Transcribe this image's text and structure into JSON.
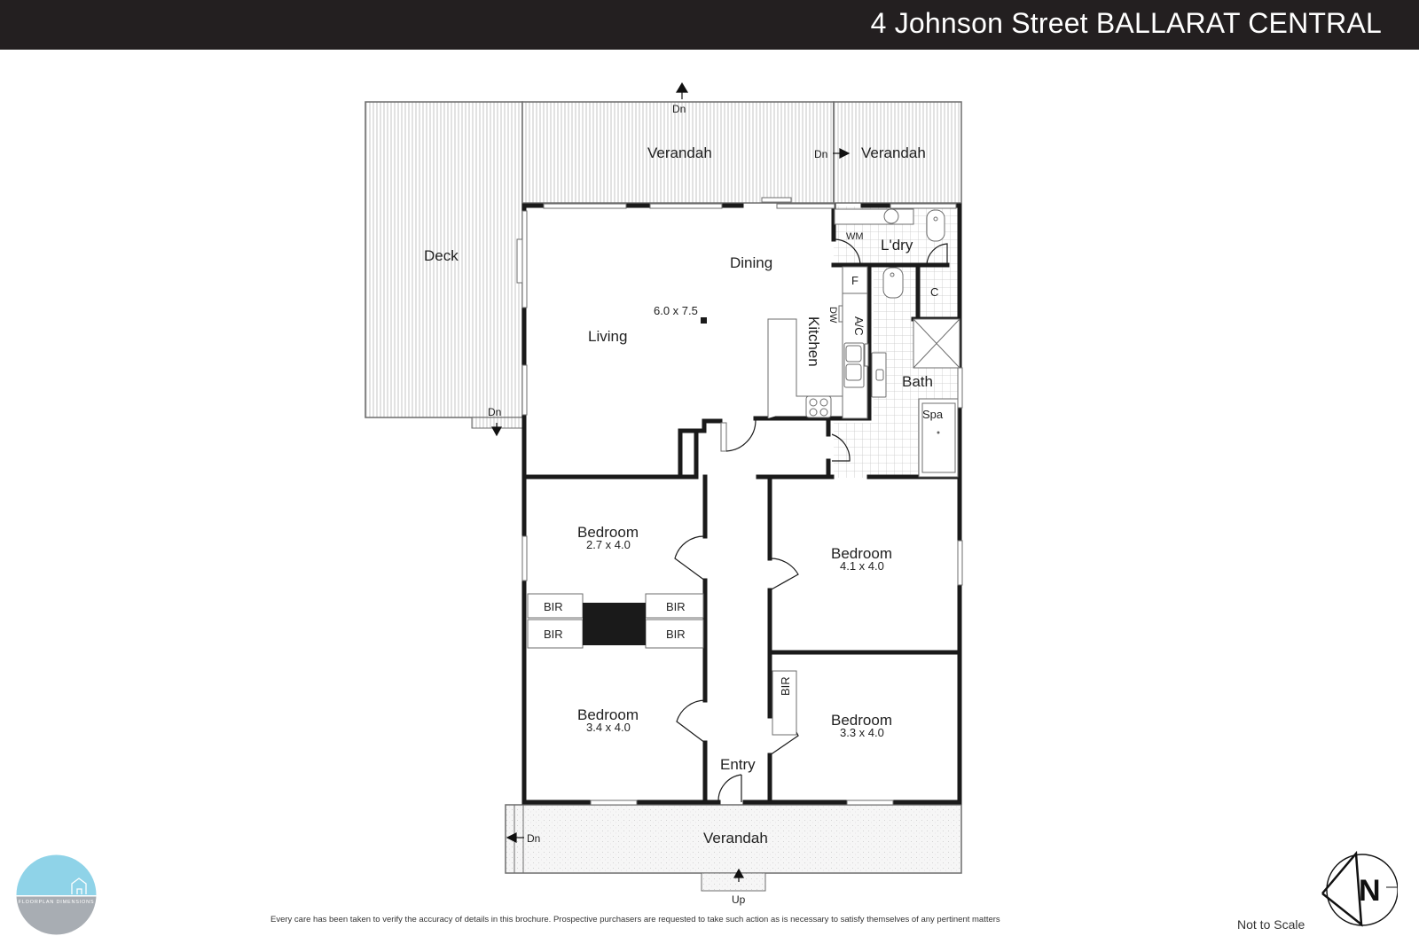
{
  "header": {
    "title": "4 Johnson Street BALLARAT CENTRAL",
    "background": "#231f20"
  },
  "rooms": {
    "deck": {
      "label": "Deck"
    },
    "verandah_rear_main": {
      "label": "Verandah"
    },
    "verandah_rear_side": {
      "label": "Verandah"
    },
    "verandah_front": {
      "label": "Verandah"
    },
    "living": {
      "label": "Living",
      "dimensions": "6.0 x 7.5"
    },
    "dining": {
      "label": "Dining"
    },
    "kitchen": {
      "label": "Kitchen"
    },
    "laundry": {
      "label": "L'dry"
    },
    "bath": {
      "label": "Bath"
    },
    "bedroom_1": {
      "label": "Bedroom",
      "dimensions": "2.7 x 4.0"
    },
    "bedroom_2": {
      "label": "Bedroom",
      "dimensions": "4.1 x 4.0"
    },
    "bedroom_3": {
      "label": "Bedroom",
      "dimensions": "3.4 x 4.0"
    },
    "bedroom_4": {
      "label": "Bedroom",
      "dimensions": "3.3 x 4.0"
    },
    "entry": {
      "label": "Entry"
    }
  },
  "fixtures": {
    "wm": "WM",
    "fridge": "F",
    "dishwasher": "DW",
    "aircon": "A/C",
    "cupboard": "C",
    "spa": "Spa",
    "bir_1": "BIR",
    "bir_2": "BIR",
    "bir_3": "BIR",
    "bir_4": "BIR",
    "bir_5": "BIR"
  },
  "stairs": {
    "rear_top": "Dn",
    "rear_between": "Dn",
    "deck": "Dn",
    "front_side": "Dn",
    "front_steps": "Up"
  },
  "footer": {
    "disclaimer": "Every care has been taken to verify the accuracy of details in this brochure. Prospective purchasers are requested to take such action as is necessary to satisfy themselves of any pertinent matters",
    "not_to_scale": "Not to Scale",
    "compass_label": "N",
    "logo_text": "FLOORPLAN DIMENSIONS",
    "logo_colors": {
      "sky": "#8fd3e8",
      "ground": "#a8adb3"
    }
  },
  "colors": {
    "wall": "#1a1a1a",
    "outline": "#6d6d6d",
    "tile_grid": "#c9c9c9",
    "deck_stripe": "#c8c8c8",
    "paving": "#eeeeee"
  }
}
